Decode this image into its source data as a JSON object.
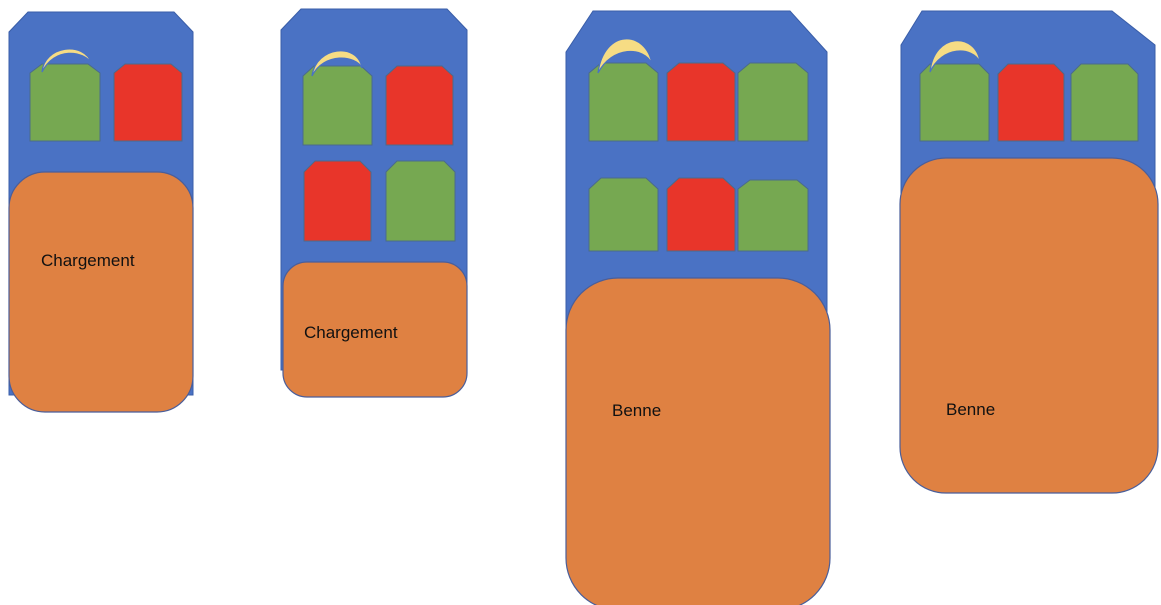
{
  "colors": {
    "background": "#ffffff",
    "body": "#4a72c4",
    "body_stroke": "#3a5ea8",
    "cargo": "#df8142",
    "cargo_stroke": "#4a5e9a",
    "seat_green": "#76a851",
    "seat_red": "#e8352a",
    "seat_stroke": "#4b6b8a",
    "steering_wheel": "#f6dc84",
    "steering_wheel_stroke": "#4a72c4"
  },
  "icons": {
    "steering_wheel": "steering-wheel-icon",
    "seat_occupied": "red-seat-icon",
    "seat_free": "green-seat-icon"
  },
  "vehicles": [
    {
      "name": "vehicle-1",
      "cargo_label": "Chargement",
      "seat_rows": [
        [
          "green",
          "red"
        ]
      ]
    },
    {
      "name": "vehicle-2",
      "cargo_label": "Chargement",
      "seat_rows": [
        [
          "green",
          "red"
        ],
        [
          "red",
          "green"
        ]
      ]
    },
    {
      "name": "vehicle-3",
      "cargo_label": "Benne",
      "seat_rows": [
        [
          "green",
          "red",
          "green"
        ],
        [
          "green",
          "red",
          "green"
        ]
      ]
    },
    {
      "name": "vehicle-4",
      "cargo_label": "Benne",
      "seat_rows": [
        [
          "green",
          "red",
          "green"
        ]
      ]
    }
  ]
}
